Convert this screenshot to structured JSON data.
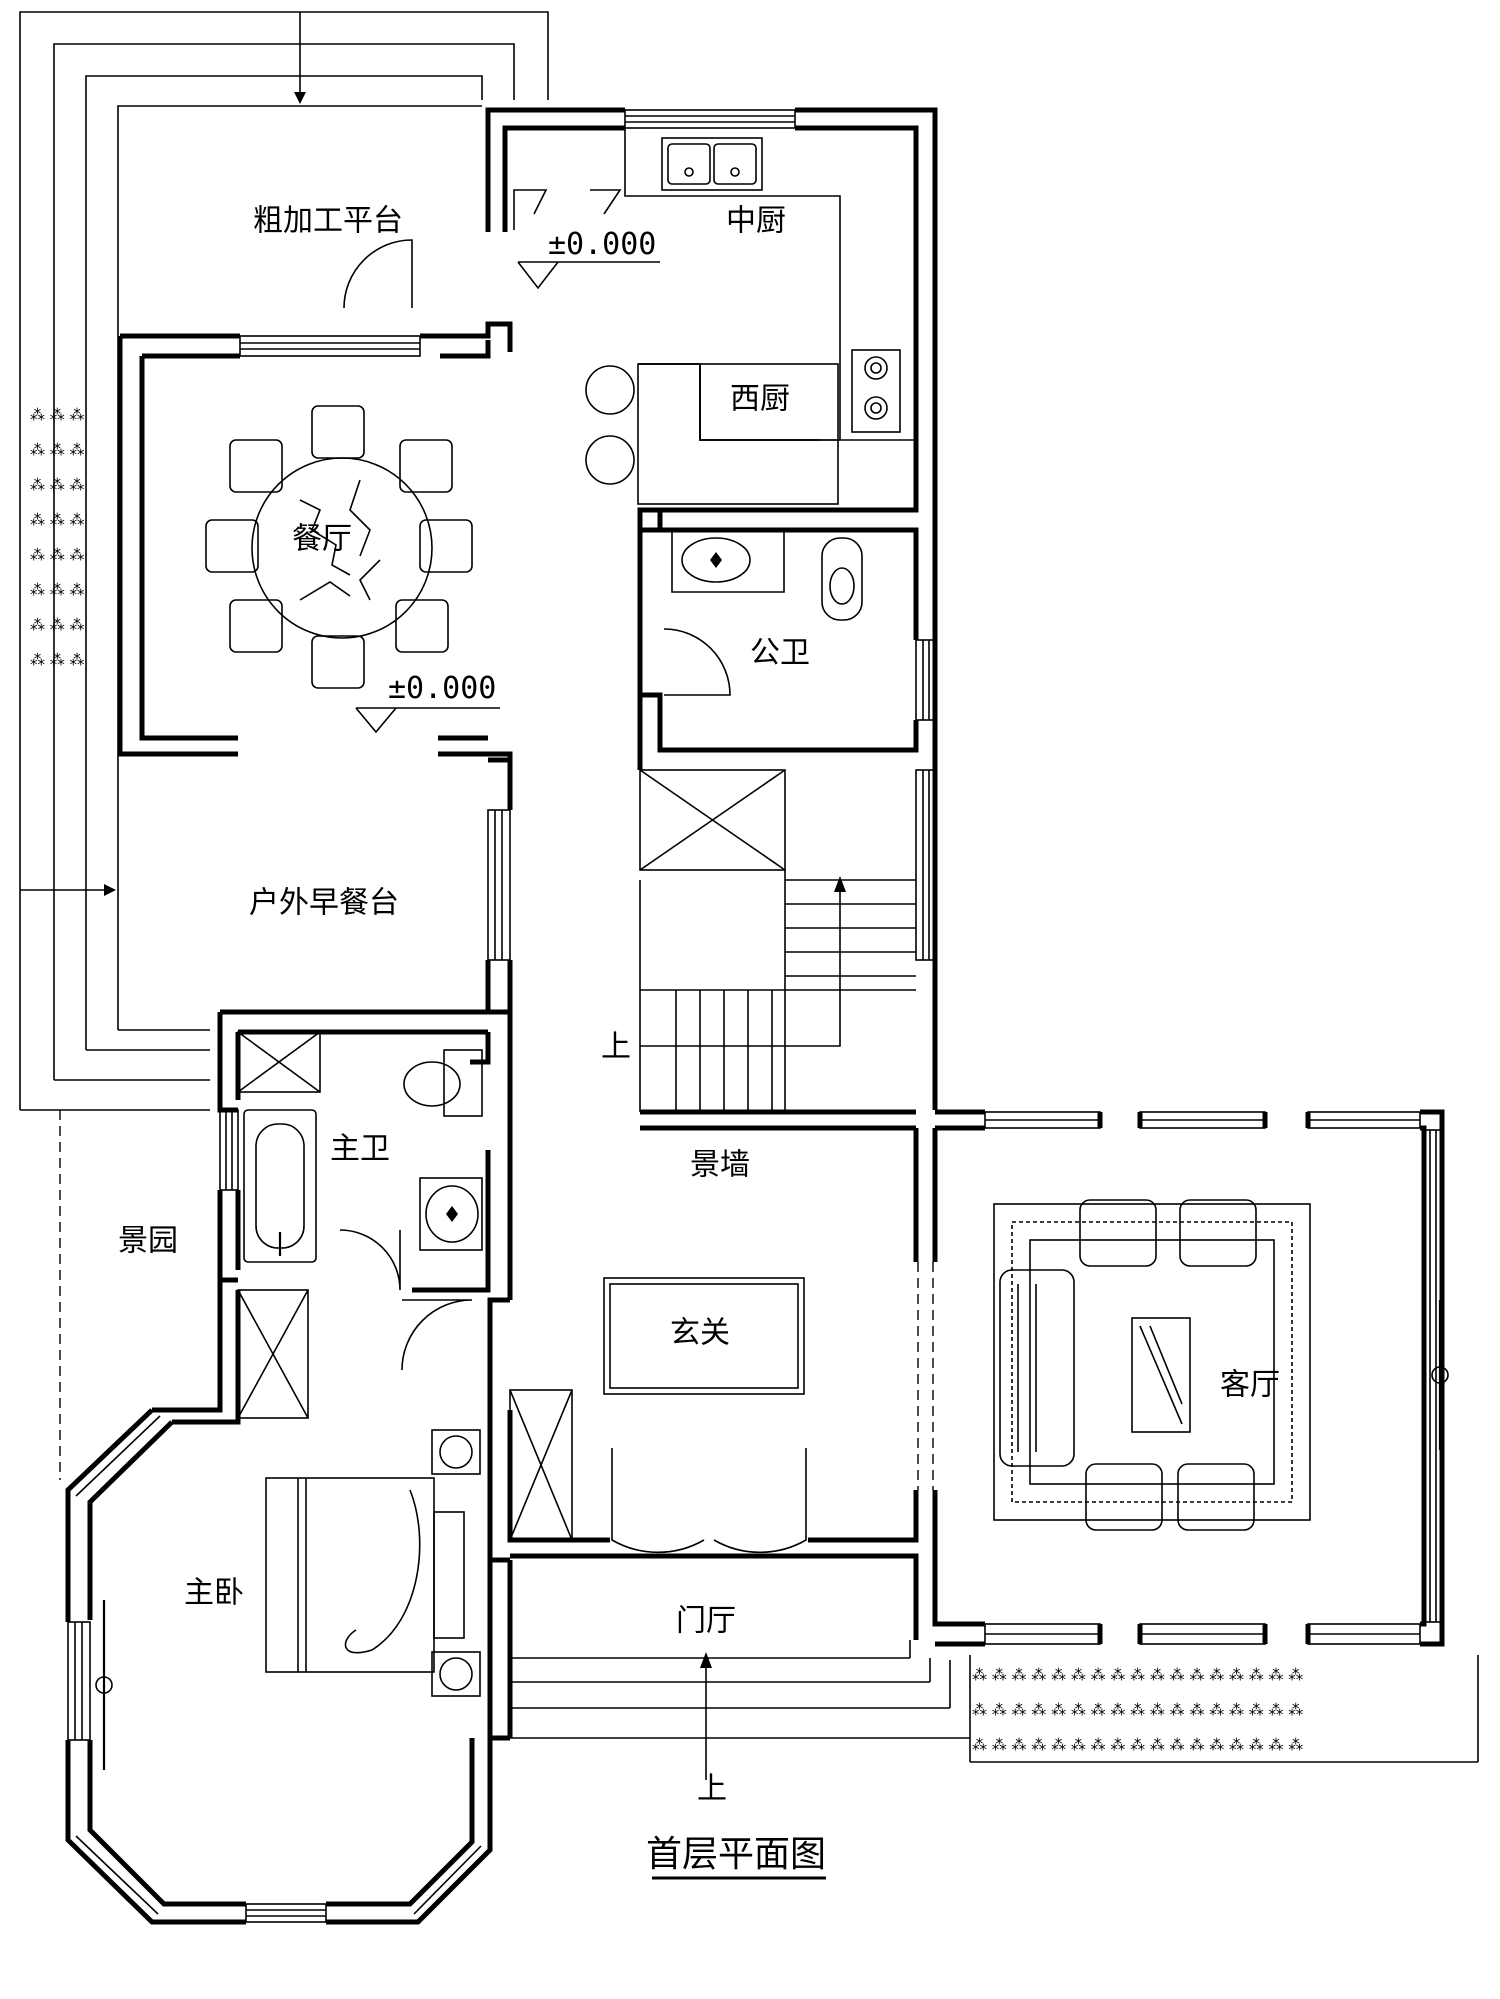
{
  "title": "首层平面图",
  "rooms": {
    "prep_platform": "粗加工平台",
    "chinese_kitchen": "中厨",
    "western_kitchen": "西厨",
    "dining_room": "餐厅",
    "public_bathroom": "公卫",
    "outdoor_breakfast": "户外早餐台",
    "master_bath": "主卫",
    "feature_wall": "景墙",
    "garden": "景园",
    "foyer": "玄关",
    "living_room": "客厅",
    "master_bedroom": "主卧",
    "entrance_hall": "门厅"
  },
  "levels": {
    "kitchen_level": "±0.000",
    "dining_level": "±0.000"
  },
  "stairs": {
    "up_label_stair": "上",
    "up_label_entry": "上"
  }
}
